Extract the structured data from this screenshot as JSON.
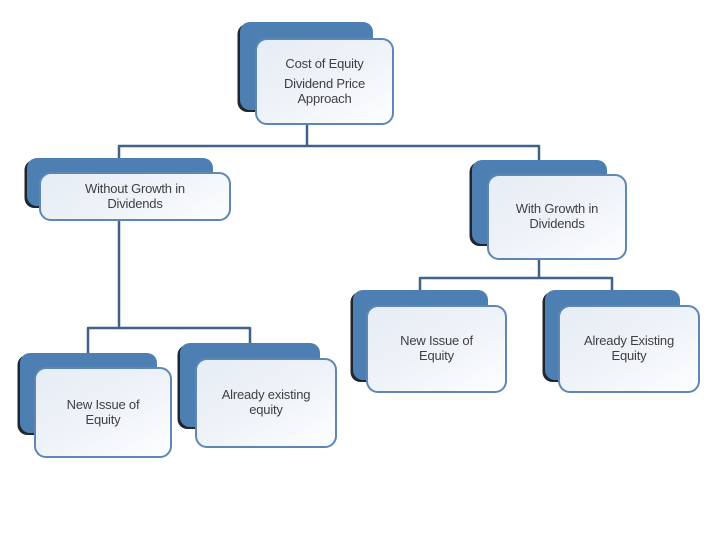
{
  "colors": {
    "page-bg": "#ffffff",
    "card-back": "#4e7fb2",
    "back-edge": "#20262d",
    "front-border": "#5e87b6",
    "front-fill-start": "#e7edf5",
    "front-fill-end": "#fdfeff",
    "connector": "#3f618a",
    "text": "#3f3f3f"
  },
  "nodes": [
    {
      "id": "root",
      "paragraphs": [
        "Cost of Equity",
        "Dividend Price\nApproach"
      ]
    },
    {
      "id": "without-growth",
      "paragraphs": [
        "Without Growth in\nDividends"
      ]
    },
    {
      "id": "with-growth",
      "paragraphs": [
        "With Growth in\nDividends"
      ]
    },
    {
      "id": "new-issue-left",
      "paragraphs": [
        "New Issue of\nEquity"
      ]
    },
    {
      "id": "already-existing-left",
      "paragraphs": [
        "Already existing\nequity"
      ]
    },
    {
      "id": "new-issue-right",
      "paragraphs": [
        "New Issue of\nEquity"
      ]
    },
    {
      "id": "already-existing-right",
      "paragraphs": [
        "Already Existing\nEquity"
      ]
    }
  ],
  "edges": [
    [
      "root",
      "without-growth"
    ],
    [
      "root",
      "with-growth"
    ],
    [
      "without-growth",
      "new-issue-left"
    ],
    [
      "without-growth",
      "already-existing-left"
    ],
    [
      "with-growth",
      "new-issue-right"
    ],
    [
      "with-growth",
      "already-existing-right"
    ]
  ]
}
